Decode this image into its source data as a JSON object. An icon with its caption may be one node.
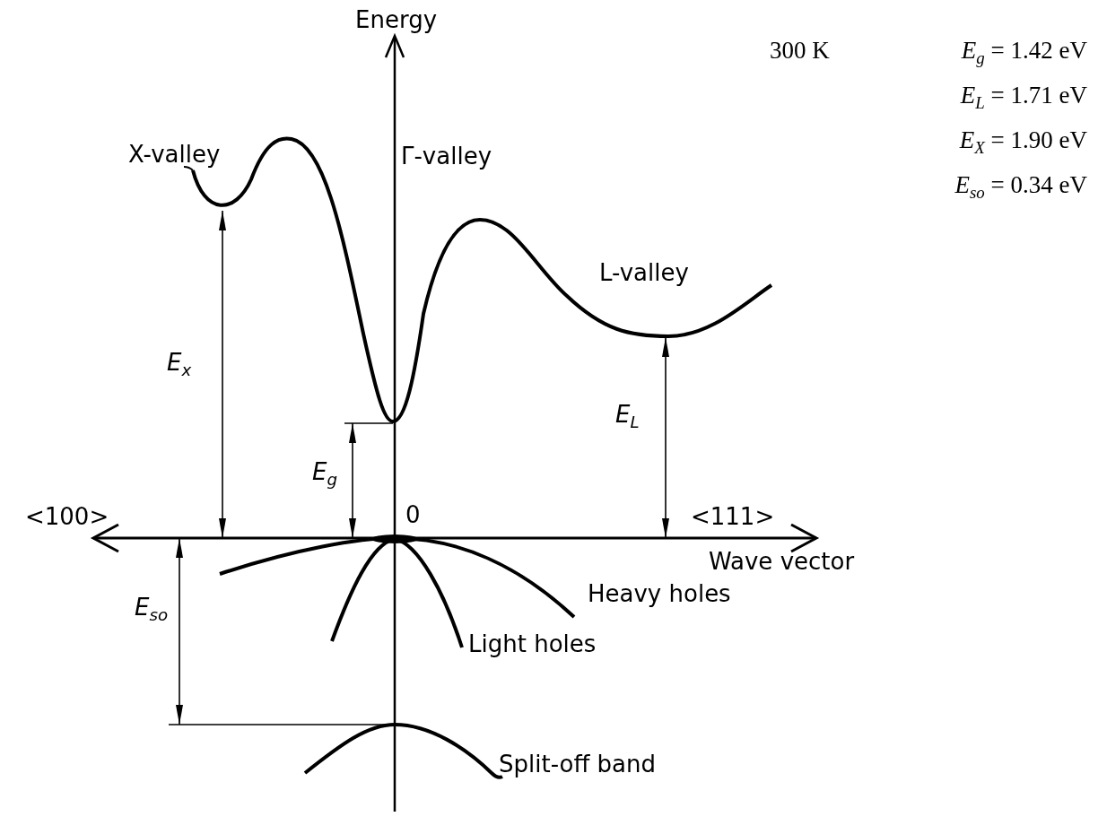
{
  "diagram": {
    "labels": [
      "Energy",
      "300 K",
      "*E*$_{g}$ = 1.42 eV",
      "X-valley",
      "Γ-valley",
      "*E*$_{L}$ = 1.71 eV",
      "*E*$_{X}$ = 1.90 eV",
      "L-valley",
      "*E*$_{so}$ = 0.34 eV",
      "E$_{x}$",
      "E$_{g}$",
      "E$_{L}$",
      "<100>",
      "0",
      "<111>",
      "Wave vector",
      "Heavy holes",
      "E$_{so}$",
      "Light holes",
      "Split-off band"
    ]
  }
}
